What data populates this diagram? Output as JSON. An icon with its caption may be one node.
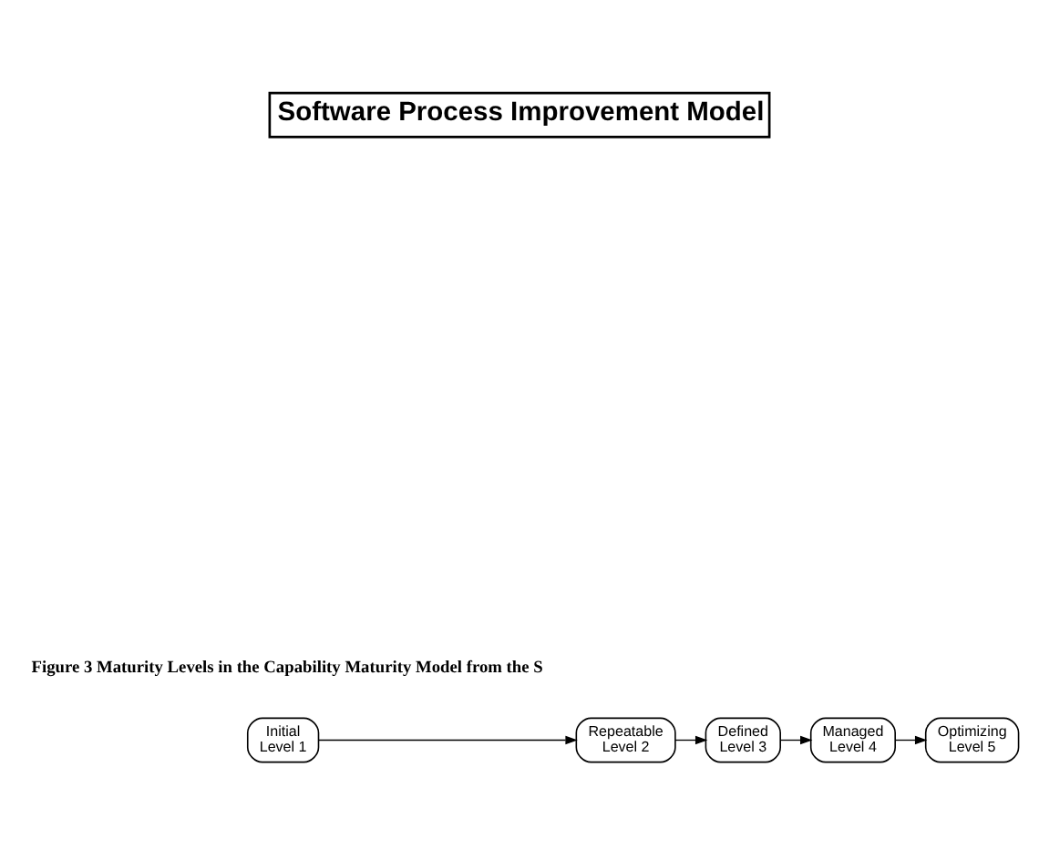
{
  "diagram": {
    "title": "Software Process Improvement Model",
    "caption": "Figure 3 Maturity Levels in the Capability Maturity Model from the S",
    "nodes": [
      {
        "text": [
          "Initial Level 1"
        ]
      },
      {
        "text": [
          "Repeatable Level 2"
        ]
      },
      {
        "text": [
          "Defined Level 3"
        ]
      },
      {
        "text": [
          "Managed Level 4"
        ]
      },
      {
        "text": [
          "Optimizing Level 5"
        ]
      }
    ],
    "edges": [
      {
        "from": 0,
        "to": 1,
        "arrow": "to"
      },
      {
        "from": 1,
        "to": 2,
        "arrow": "to"
      },
      {
        "from": 2,
        "to": 3,
        "arrow": "to"
      },
      {
        "from": 3,
        "to": 4,
        "arrow": "to"
      }
    ]
  }
}
